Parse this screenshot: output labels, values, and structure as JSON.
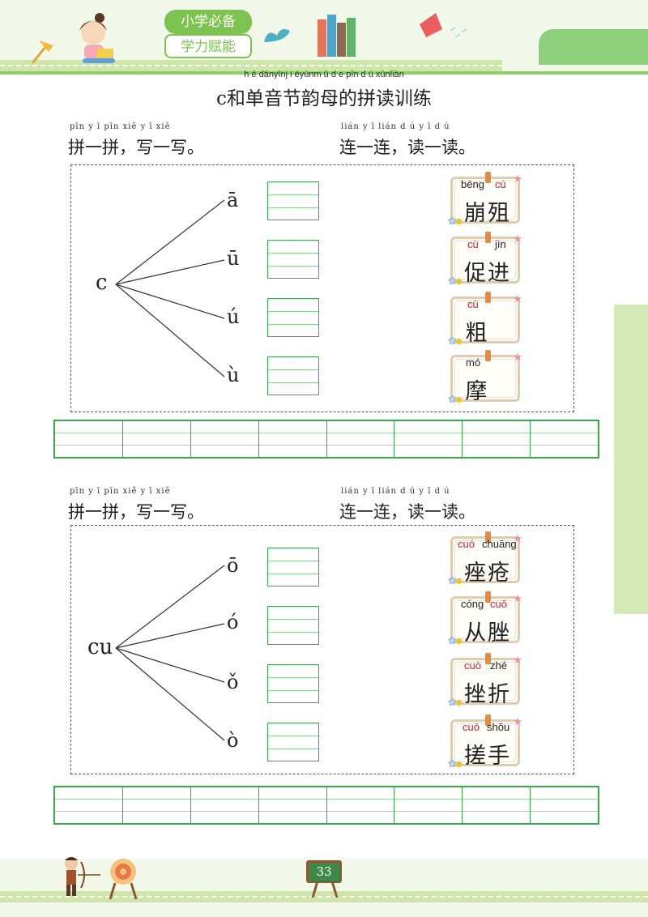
{
  "header": {
    "badge_top": "小学必备",
    "badge_bottom": "学力赋能"
  },
  "title": {
    "pinyin": "h é dānyīnj i éyùnm ǔ d e pīn d ú xùnliàn",
    "text": "c和单音节韵母的拼读训练"
  },
  "sections": [
    {
      "left_inst_pinyin": "pīn y ī pīn   xiě y ī xiě",
      "left_inst": "拼一拼，写一写。",
      "right_inst_pinyin": "lián y ī lián   d ú y ī d ú",
      "right_inst": "连一连，读一读。",
      "initial": "c",
      "vowels": [
        "ā",
        "ū",
        "ú",
        "ù"
      ],
      "cards": [
        {
          "p1": "bēng",
          "p1_red": false,
          "p2": "cú",
          "p2_red": true,
          "hanzi": "崩殂"
        },
        {
          "p1": "cù",
          "p1_red": true,
          "p2": "jìn",
          "p2_red": false,
          "hanzi": "促进"
        },
        {
          "p1": "cū",
          "p1_red": true,
          "p2": "",
          "p2_red": false,
          "hanzi": "粗"
        },
        {
          "p1": "mó",
          "p1_red": false,
          "p2": "",
          "p2_red": false,
          "hanzi": "摩"
        }
      ]
    },
    {
      "left_inst_pinyin": "pīn y ī pīn   xiě y ī xiě",
      "left_inst": "拼一拼，写一写。",
      "right_inst_pinyin": "lián y ī lián   d ú y ī d ú",
      "right_inst": "连一连，读一读。",
      "initial": "cu",
      "vowels": [
        "ō",
        "ó",
        "ǒ",
        "ò"
      ],
      "cards": [
        {
          "p1": "cuó",
          "p1_red": true,
          "p2": "chuāng",
          "p2_red": false,
          "hanzi": "痤疮"
        },
        {
          "p1": "cóng",
          "p1_red": false,
          "p2": "cuǒ",
          "p2_red": true,
          "hanzi": "从脞"
        },
        {
          "p1": "cuò",
          "p1_red": true,
          "p2": "zhé",
          "p2_red": false,
          "hanzi": "挫折"
        },
        {
          "p1": "cuō",
          "p1_red": true,
          "p2": "shǒu",
          "p2_red": false,
          "hanzi": "搓手"
        }
      ]
    }
  ],
  "page_number": "33",
  "colors": {
    "accent_green": "#39a84a",
    "pinyin_red": "#d8202c",
    "header_green": "#7cc44f"
  }
}
